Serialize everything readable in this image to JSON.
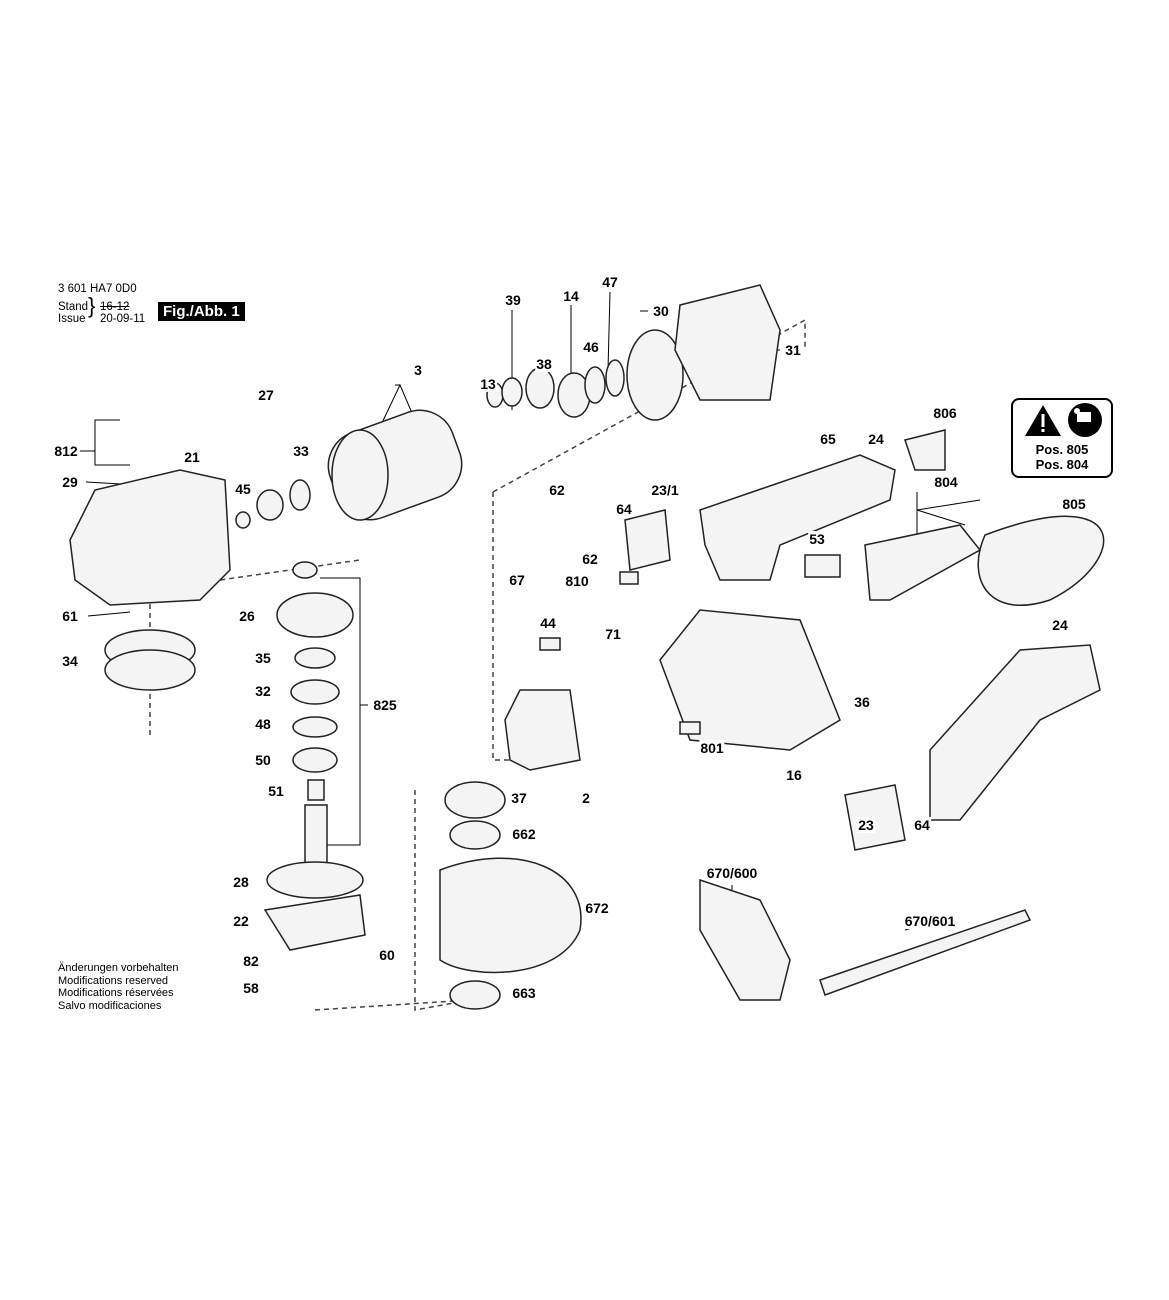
{
  "header": {
    "part_number": "3 601 HA7 0D0",
    "stand_label": "Stand",
    "stand_value": "16-12",
    "issue_label": "Issue",
    "issue_value": "20-09-11",
    "figure_label": "Fig./Abb. 1"
  },
  "warning_box": {
    "icons": [
      "warning-triangle-icon",
      "read-manual-icon"
    ],
    "lines": [
      "Pos. 805",
      "Pos. 804"
    ]
  },
  "notes": [
    "Änderungen vorbehalten",
    "Modifications reserved",
    "Modifications réservées",
    "Salvo modificaciones"
  ],
  "labels": [
    "39",
    "14",
    "47",
    "30",
    "31",
    "46",
    "38",
    "3",
    "13",
    "27",
    "33",
    "812",
    "21",
    "29",
    "45",
    "806",
    "65",
    "24",
    "64",
    "23/1",
    "62",
    "804",
    "805",
    "62",
    "53",
    "810",
    "67",
    "71",
    "44",
    "61",
    "26",
    "35",
    "34",
    "32",
    "825",
    "48",
    "50",
    "51",
    "24",
    "36",
    "801",
    "2",
    "16",
    "23",
    "64",
    "37",
    "662",
    "672",
    "28",
    "22",
    "60",
    "82",
    "58",
    "663",
    "670/600",
    "670/601"
  ]
}
